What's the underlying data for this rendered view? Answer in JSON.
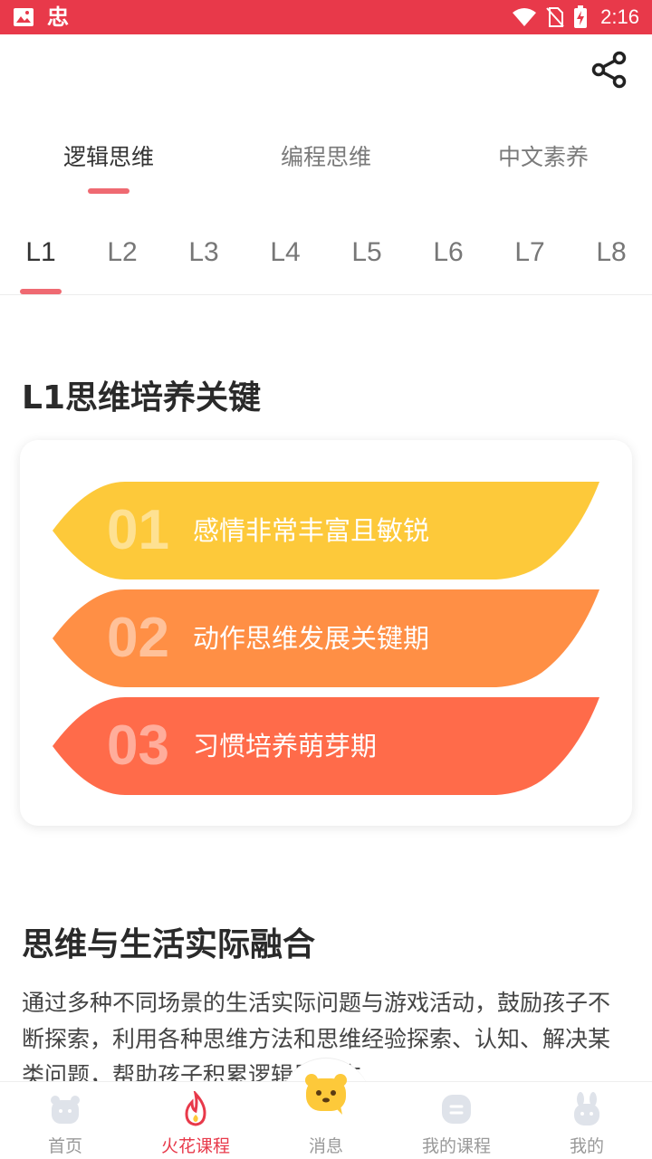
{
  "status_bar": {
    "time": "2:16",
    "app_glyph": "忠"
  },
  "top_tabs": [
    "逻辑思维",
    "编程思维",
    "中文素养"
  ],
  "level_tabs": [
    "L1",
    "L2",
    "L3",
    "L4",
    "L5",
    "L6",
    "L7",
    "L8"
  ],
  "section1": {
    "title": "L1思维培养关键"
  },
  "keys": [
    {
      "num": "01",
      "text": "感情非常丰富且敏锐",
      "color": "#fdc93a"
    },
    {
      "num": "02",
      "text": "动作思维发展关键期",
      "color": "#ff8f45"
    },
    {
      "num": "03",
      "text": "习惯培养萌芽期",
      "color": "#ff6b4a"
    }
  ],
  "section2": {
    "title": "思维与生活实际融合",
    "paragraph": "通过多种不同场景的生活实际问题与游戏活动，鼓励孩子不断探索，利用各种思维方法和思维经验探索、认知、解决某类问题，帮助孩子积累逻辑思维方"
  },
  "bottom_nav": [
    {
      "label": "首页",
      "icon": "bear-face-icon"
    },
    {
      "label": "火花课程",
      "icon": "flame-icon"
    },
    {
      "label": "消息",
      "icon": "bear-chat-icon"
    },
    {
      "label": "我的课程",
      "icon": "course-icon"
    },
    {
      "label": "我的",
      "icon": "rabbit-icon"
    }
  ],
  "colors": {
    "accent": "#e8394a",
    "indicator": "#ef6a72"
  }
}
